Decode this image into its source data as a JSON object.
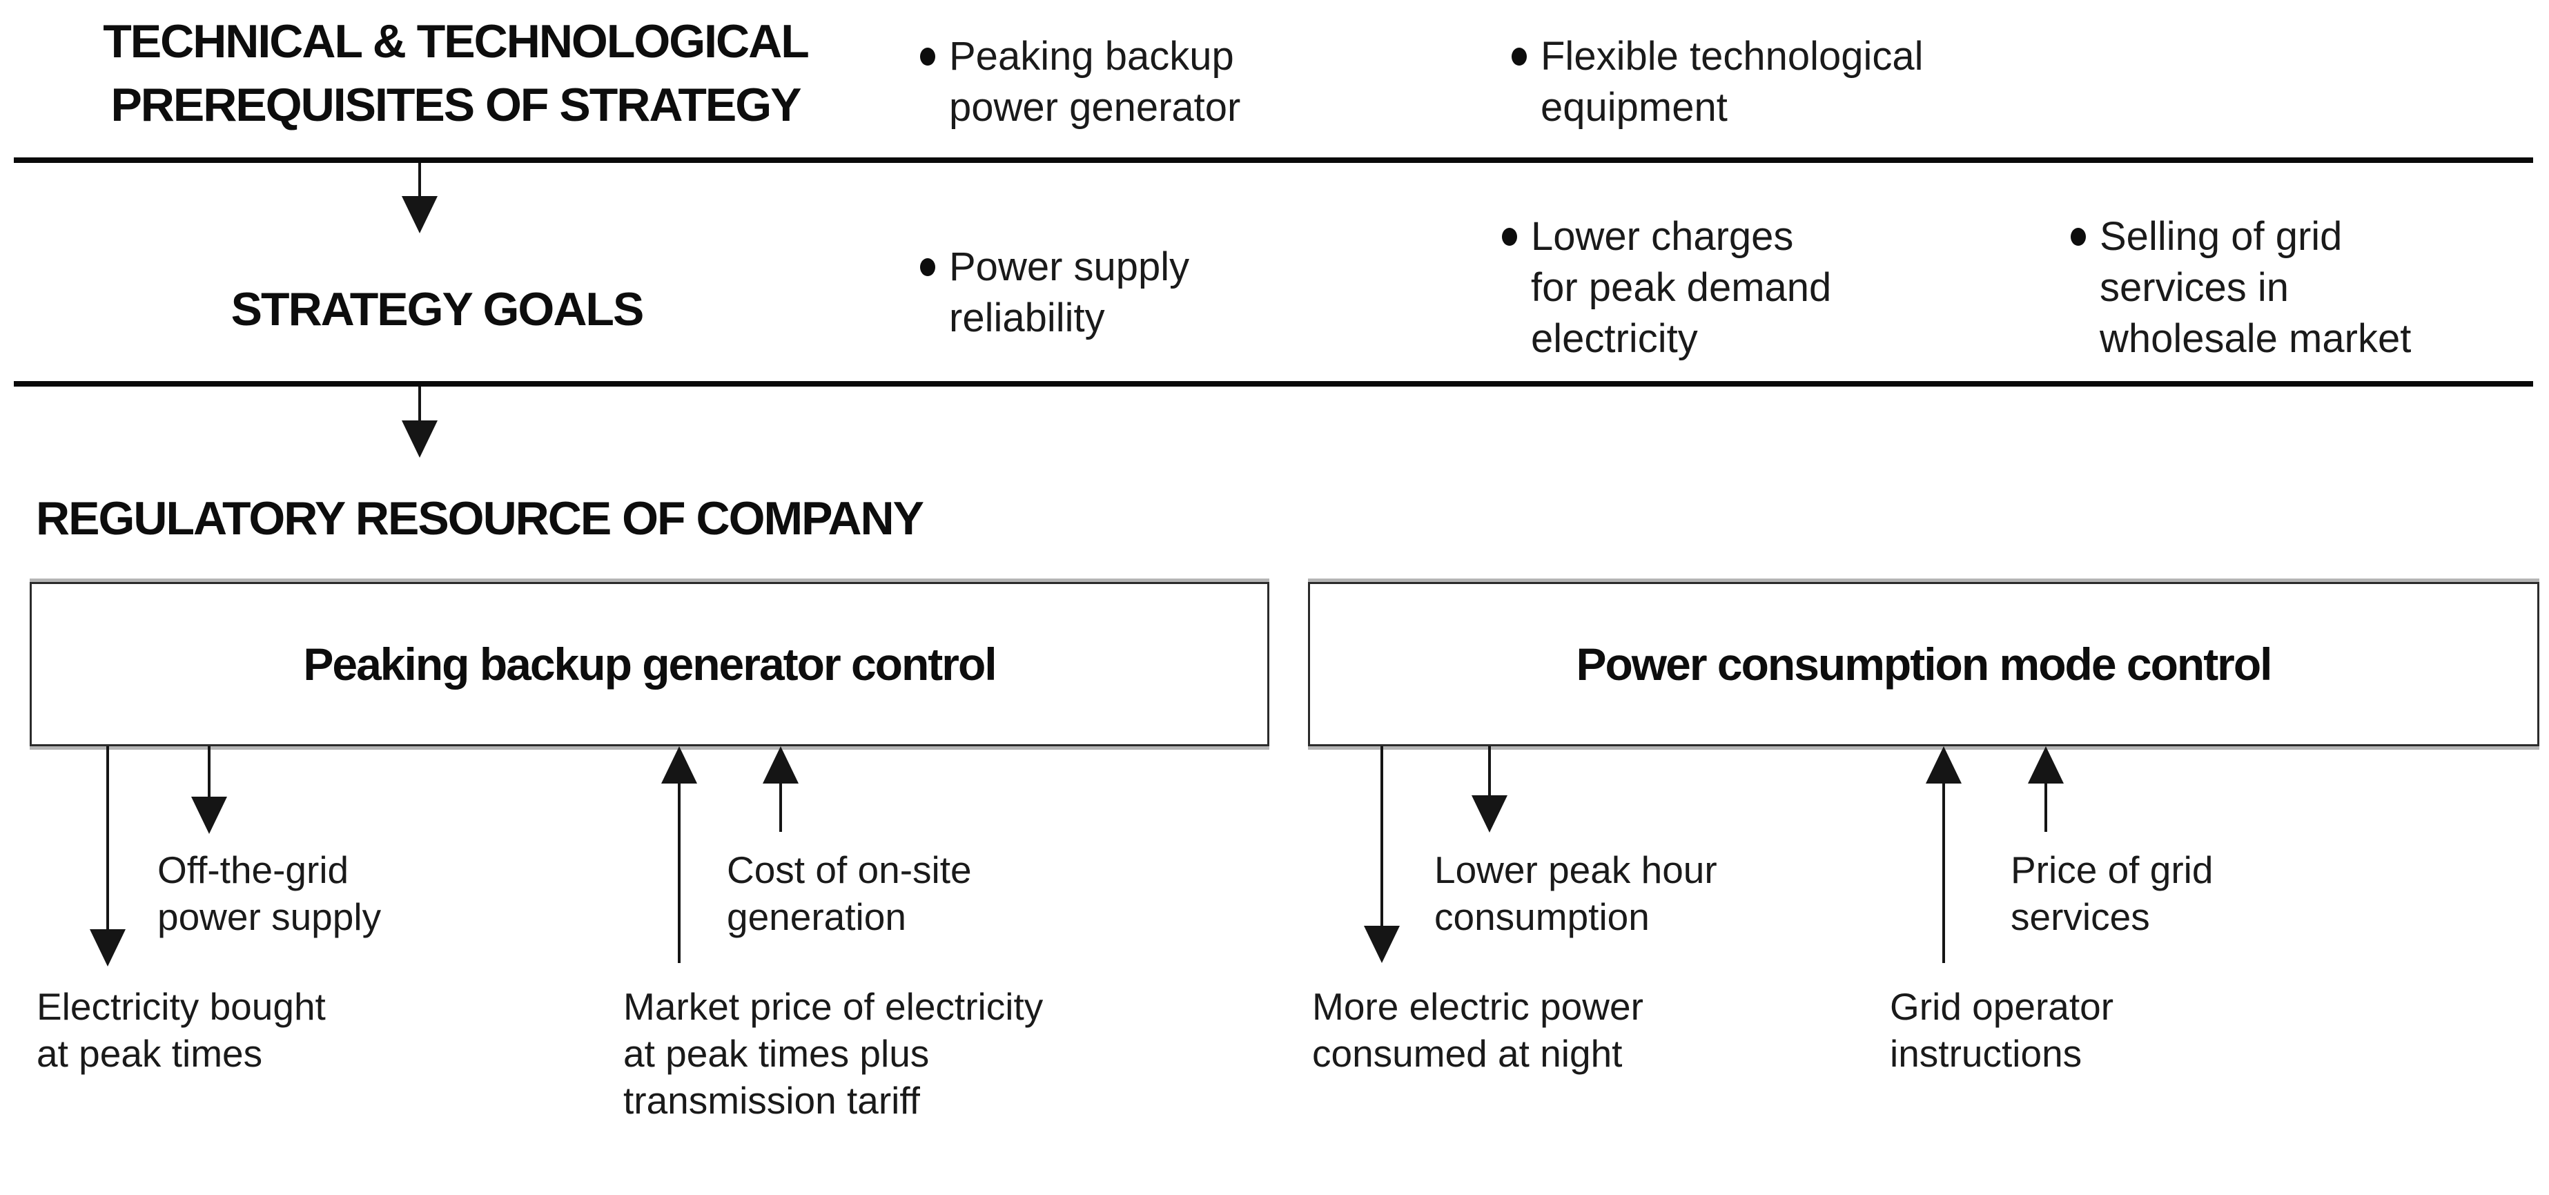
{
  "colors": {
    "ink": "#111111",
    "background": "#ffffff"
  },
  "prerequisites": {
    "heading": "TECHNICAL & TECHNOLOGICAL\nPREREQUISITES OF STRATEGY",
    "bullets": [
      "Peaking backup\npower generator",
      "Flexible technological\nequipment"
    ]
  },
  "goals": {
    "heading": "STRATEGY GOALS",
    "bullets": [
      "Power supply\nreliability",
      "Lower charges\nfor peak demand\nelectricity",
      "Selling of grid\nservices in\nwholesale market"
    ]
  },
  "regulatory": {
    "heading": "REGULATORY RESOURCE OF COMPANY",
    "boxes": [
      {
        "title": "Peaking backup generator control",
        "down_flows": [
          {
            "label": "Electricity bought\nat peak times"
          },
          {
            "label": "Off-the-grid\npower supply"
          }
        ],
        "up_flows": [
          {
            "label": "Market price of electricity\nat peak times plus\ntransmission tariff"
          },
          {
            "label": "Cost of on-site\ngeneration"
          }
        ]
      },
      {
        "title": "Power consumption mode control",
        "down_flows": [
          {
            "label": "More electric power\nconsumed at night"
          },
          {
            "label": "Lower peak hour\nconsumption"
          }
        ],
        "up_flows": [
          {
            "label": "Grid operator\ninstructions"
          },
          {
            "label": "Price of grid\nservices"
          }
        ]
      }
    ]
  }
}
